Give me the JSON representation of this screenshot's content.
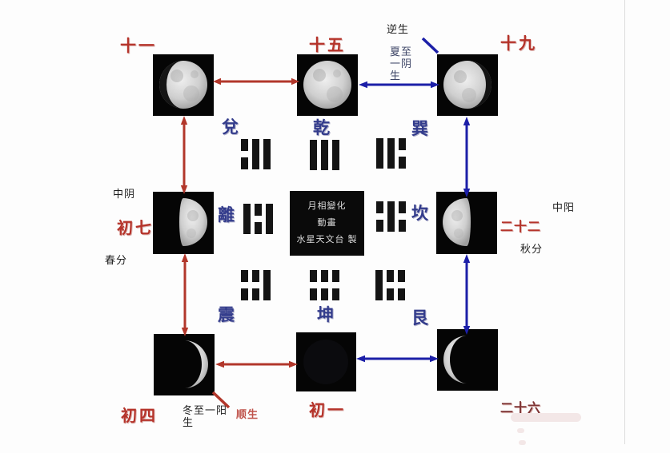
{
  "colors": {
    "arrow_red": "#b2372b",
    "arrow_blue": "#1c1fa8",
    "label_red": "#b5332a",
    "label_dark_red": "#7e3434",
    "trigram_blue": "#333c8c",
    "text_black": "#1f1f1f",
    "summer_text": "#3d4566",
    "shunsheng_red": "#c0544c"
  },
  "center_box": {
    "text": "月相變化\n動畫\n水星天文台 製"
  },
  "moons": [
    {
      "id": "day11",
      "label": "十一",
      "phase": "waxing-gibbous"
    },
    {
      "id": "day15",
      "label": "十五",
      "phase": "full-moon"
    },
    {
      "id": "day19",
      "label": "十九",
      "phase": "waning-gibbous"
    },
    {
      "id": "day07",
      "label": "初七",
      "phase": "first-quarter"
    },
    {
      "id": "day22",
      "label": "二十二",
      "phase": "last-quarter"
    },
    {
      "id": "day04",
      "label": "初四",
      "phase": "waxing-crescent"
    },
    {
      "id": "day01",
      "label": "初一",
      "phase": "new-moon"
    },
    {
      "id": "day26",
      "label": "二十六",
      "phase": "waning-crescent"
    }
  ],
  "trigrams": [
    {
      "id": "dui",
      "char": "兌",
      "lines": [
        "broken",
        "solid",
        "solid"
      ]
    },
    {
      "id": "qian",
      "char": "乾",
      "lines": [
        "solid",
        "solid",
        "solid"
      ]
    },
    {
      "id": "xun",
      "char": "巽",
      "lines": [
        "solid",
        "solid",
        "broken"
      ]
    },
    {
      "id": "li",
      "char": "離",
      "lines": [
        "solid",
        "broken",
        "solid"
      ]
    },
    {
      "id": "kan",
      "char": "坎",
      "lines": [
        "broken",
        "solid",
        "broken"
      ]
    },
    {
      "id": "zhen",
      "char": "震",
      "lines": [
        "broken",
        "broken",
        "solid"
      ]
    },
    {
      "id": "kun",
      "char": "坤",
      "lines": [
        "broken",
        "broken",
        "broken"
      ]
    },
    {
      "id": "gen",
      "char": "艮",
      "lines": [
        "solid",
        "broken",
        "broken"
      ]
    }
  ],
  "annotations": {
    "reverse_flow": "逆生",
    "summer_solstice": "夏至\n一阴\n生",
    "middle_yin": "中阴",
    "spring_equinox": "春分",
    "middle_yang": "中阳",
    "autumn_equinox": "秋分",
    "winter_solstice": "冬至一阳\n生",
    "forward_flow": "顺生"
  }
}
